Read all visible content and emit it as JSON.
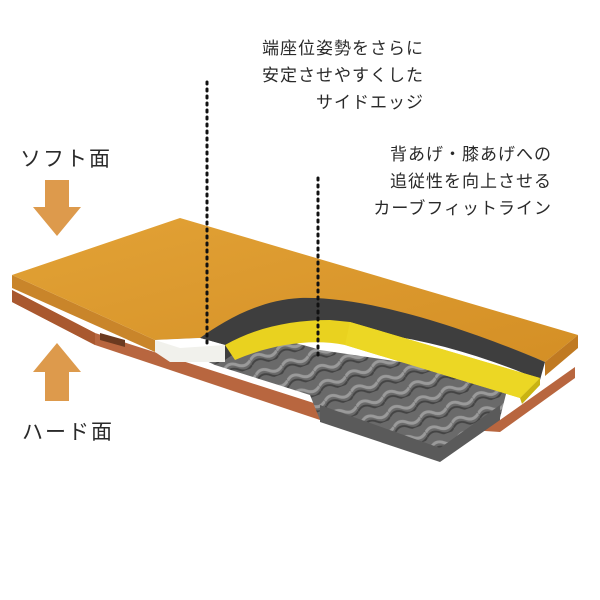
{
  "labels": {
    "soft_side": "ソフト面",
    "hard_side": "ハード面",
    "callout_edge": [
      "端座位姿勢をさらに",
      "安定させやすくした",
      "サイドエッジ"
    ],
    "callout_curve": [
      "背あげ・膝あげへの",
      "追従性を向上させる",
      "カーブフィットライン"
    ]
  },
  "colors": {
    "cover_top": "#dd9a2b",
    "cover_side": "#c9852a",
    "hard_base": "#b8663f",
    "foam_dark": "#3e3e3e",
    "foam_yellow": "#e9d21f",
    "foam_white": "#f1f1ec",
    "wave_grey": "#6b6b6b",
    "arrow": "#dd9a4c"
  },
  "icons": {
    "down_arrow": "arrow-down-icon",
    "up_arrow": "arrow-up-icon"
  }
}
